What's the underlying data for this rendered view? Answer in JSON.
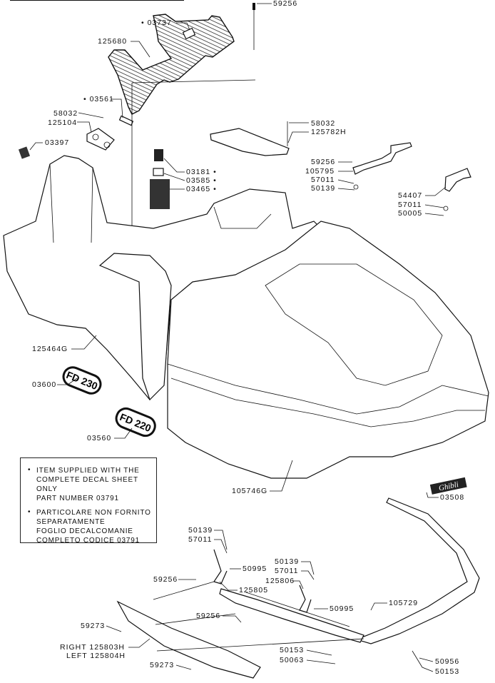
{
  "labels": [
    "59256",
    "• 03737",
    "125680",
    "• 03561",
    "58032",
    "125104",
    "03397",
    "58032",
    "125782H",
    "03181 •",
    "03585 •",
    "03465 •",
    "59256",
    "105795",
    "57011",
    "50139",
    "54407",
    "57011",
    "50005",
    "125464G",
    "03600",
    "03560",
    "105746G",
    "03508",
    "50139",
    "57011",
    "50995",
    "59256",
    "125805",
    "50139",
    "57011",
    "125806",
    "50995",
    "105729",
    "59256",
    "59273",
    "RIGHT  125803H",
    "LEFT  125804H",
    "59273",
    "50153",
    "50063",
    "50956",
    "50153"
  ],
  "decals": {
    "fd230": "FD 230",
    "fd220": "FD 220",
    "brand": "Ghibli"
  },
  "notes": [
    {
      "bullet": "•",
      "lines": [
        "ITEM  SUPPLIED  WITH  THE",
        "COMPLETE  DECAL  SHEET  ONLY",
        "PART  NUMBER  03791"
      ]
    },
    {
      "bullet": "•",
      "lines": [
        "PARTICOLARE  NON  FORNITO",
        "SEPARATAMENTE",
        "FOGLIO  DECALCOMANIE",
        "COMPLETO  CODICE  03791"
      ]
    }
  ]
}
